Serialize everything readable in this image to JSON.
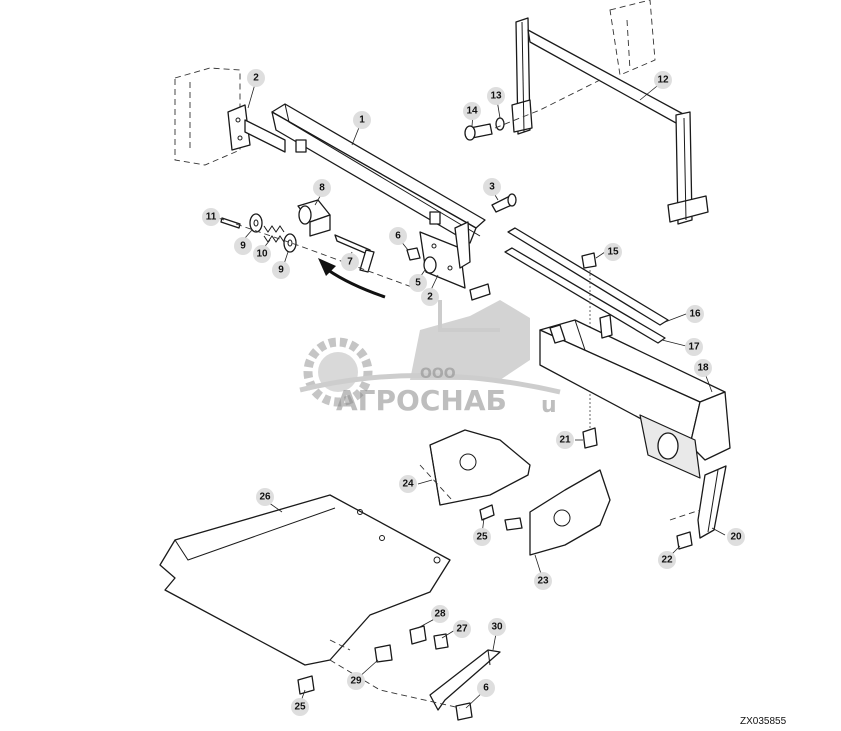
{
  "diagram": {
    "reference_code": "ZX035855",
    "watermark": {
      "prefix": "ООО",
      "name": "АГРОСНАБ",
      "suffix": "u"
    },
    "callouts": [
      {
        "id": "c1",
        "label": "1"
      },
      {
        "id": "c2a",
        "label": "2"
      },
      {
        "id": "c2b",
        "label": "2"
      },
      {
        "id": "c3",
        "label": "3"
      },
      {
        "id": "c5",
        "label": "5"
      },
      {
        "id": "c6a",
        "label": "6"
      },
      {
        "id": "c6b",
        "label": "6"
      },
      {
        "id": "c7",
        "label": "7"
      },
      {
        "id": "c8",
        "label": "8"
      },
      {
        "id": "c9a",
        "label": "9"
      },
      {
        "id": "c9b",
        "label": "9"
      },
      {
        "id": "c10",
        "label": "10"
      },
      {
        "id": "c11",
        "label": "11"
      },
      {
        "id": "c12",
        "label": "12"
      },
      {
        "id": "c13",
        "label": "13"
      },
      {
        "id": "c14",
        "label": "14"
      },
      {
        "id": "c15",
        "label": "15"
      },
      {
        "id": "c16",
        "label": "16"
      },
      {
        "id": "c17",
        "label": "17"
      },
      {
        "id": "c18",
        "label": "18"
      },
      {
        "id": "c20",
        "label": "20"
      },
      {
        "id": "c21",
        "label": "21"
      },
      {
        "id": "c22",
        "label": "22"
      },
      {
        "id": "c23",
        "label": "23"
      },
      {
        "id": "c24",
        "label": "24"
      },
      {
        "id": "c25a",
        "label": "25"
      },
      {
        "id": "c25b",
        "label": "25"
      },
      {
        "id": "c26",
        "label": "26"
      },
      {
        "id": "c27",
        "label": "27"
      },
      {
        "id": "c28",
        "label": "28"
      },
      {
        "id": "c29",
        "label": "29"
      },
      {
        "id": "c30",
        "label": "30"
      }
    ]
  }
}
